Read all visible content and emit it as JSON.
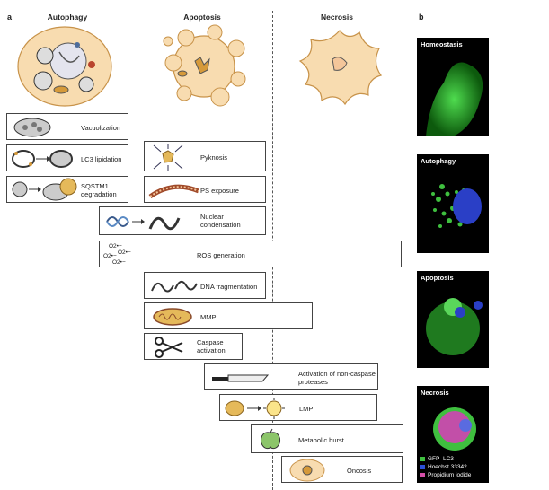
{
  "panel_a_letter": "a",
  "panel_b_letter": "b",
  "columns": {
    "autophagy": "Autophagy",
    "apoptosis": "Apoptosis",
    "necrosis": "Necrosis"
  },
  "features": {
    "vacuolization": "Vacuolization",
    "lc3_lipidation": "LC3 lipidation",
    "sqstm1": "SQSTM1 degradation",
    "pyknosis": "Pyknosis",
    "ps_exposure": "PS exposure",
    "nuclear_condensation": "Nuclear condensation",
    "ros_generation": "ROS generation",
    "ros_symbols": [
      "O2•−",
      "O2•−",
      "O2•−",
      "O2•−"
    ],
    "dna_fragmentation": "DNA fragmentation",
    "mmp": "MMP",
    "caspase_activation": "Caspase activation",
    "non_caspase": "Activation of non-caspase proteases",
    "lmp": "LMP",
    "metabolic_burst": "Metabolic burst",
    "oncosis": "Oncosis"
  },
  "micrographs": {
    "homeostasis": "Homeostasis",
    "autophagy": "Autophagy",
    "apoptosis": "Apoptosis",
    "necrosis": "Necrosis"
  },
  "legend": [
    {
      "label": "GFP–LC3",
      "color": "#3fbf3f"
    },
    {
      "label": "Hoechst 33342",
      "color": "#2a4fd6"
    },
    {
      "label": "Propidium iodide",
      "color": "#d64fa8"
    }
  ],
  "colors": {
    "cell_fill": "#f8dcb0",
    "cell_border": "#c8934a",
    "green": "#3fbf3f"
  }
}
